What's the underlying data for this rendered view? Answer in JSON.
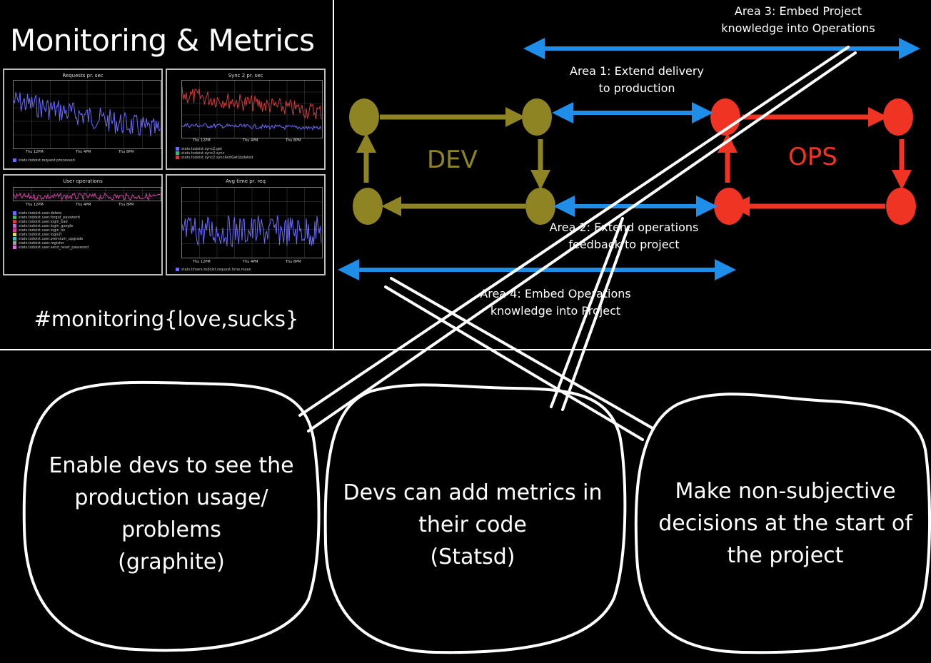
{
  "slide": {
    "title": "Monitoring & Metrics",
    "hashtag": "#monitoring{love,sucks}"
  },
  "dashboard": {
    "panels": [
      {
        "title": "Requests pr. sec",
        "x_ticks": [
          "Thu 12PM",
          "Thu 4PM",
          "Thu 8PM"
        ],
        "legend": [
          {
            "label": "stats.todoist.request.processed",
            "color": "#6b6bff"
          }
        ]
      },
      {
        "title": "Sync 2 pr. sec",
        "x_ticks": [
          "Thu 12PM",
          "Thu 4PM",
          "Thu 8PM"
        ],
        "legend": [
          {
            "label": "stats.todoist.sync2.get",
            "color": "#6b6bff"
          },
          {
            "label": "stats.todoist.sync2.sync",
            "color": "#3cb371"
          },
          {
            "label": "stats.todoist.sync2.syncAndGetUpdated",
            "color": "#d23c3c"
          }
        ]
      },
      {
        "title": "User operations",
        "x_ticks": [
          "Thu 12PM",
          "Thu 4PM",
          "Thu 8PM"
        ],
        "legend": [
          {
            "label": "stats.todoist.user.delete",
            "color": "#6b6bff"
          },
          {
            "label": "stats.todoist.user.forgot_password",
            "color": "#3cb371"
          },
          {
            "label": "stats.todoist.user.login_bad",
            "color": "#d23c3c"
          },
          {
            "label": "stats.todoist.user.login_google",
            "color": "#b070d0"
          },
          {
            "label": "stats.todoist.user.login_ok",
            "color": "#d040a0"
          },
          {
            "label": "stats.todoist.user.logout",
            "color": "#e0e040"
          },
          {
            "label": "stats.todoist.user.premium_upgrade",
            "color": "#40c0c0"
          },
          {
            "label": "stats.todoist.user.register",
            "color": "#a0a0a0"
          },
          {
            "label": "stats.todoist.user.send_reset_password",
            "color": "#e070e0"
          }
        ]
      },
      {
        "title": "Avg time pr. req",
        "x_ticks": [
          "Thu 12PM",
          "Thu 4PM",
          "Thu 8PM"
        ],
        "legend": [
          {
            "label": "stats.timers.todoist.request.time.mean",
            "color": "#6b6bff"
          }
        ]
      }
    ]
  },
  "diagram": {
    "dev_label": "DEV",
    "ops_label": "OPS",
    "colors": {
      "dev": "#8e8424",
      "ops": "#f03424",
      "arrow": "#1e8ee8",
      "chalk": "#ffffff"
    },
    "area_labels": {
      "area3_line1": "Area 3: Embed Project",
      "area3_line2": "knowledge into Operations",
      "area1_line1": "Area 1: Extend delivery",
      "area1_line2": "to production",
      "area2_line1": "Area 2: Extend operations",
      "area2_line2": "feedback to project",
      "area4_line1": "Area 4: Embed Operations",
      "area4_line2": "knowledge into Project"
    }
  },
  "bubbles": [
    {
      "lines": [
        "Enable devs to see the",
        "production usage/",
        "problems",
        "(graphite)"
      ]
    },
    {
      "lines": [
        "Devs can add metrics in",
        "their code",
        "(Statsd)"
      ]
    },
    {
      "lines": [
        "Make non-subjective",
        "decisions at the start of",
        "the project"
      ]
    }
  ]
}
